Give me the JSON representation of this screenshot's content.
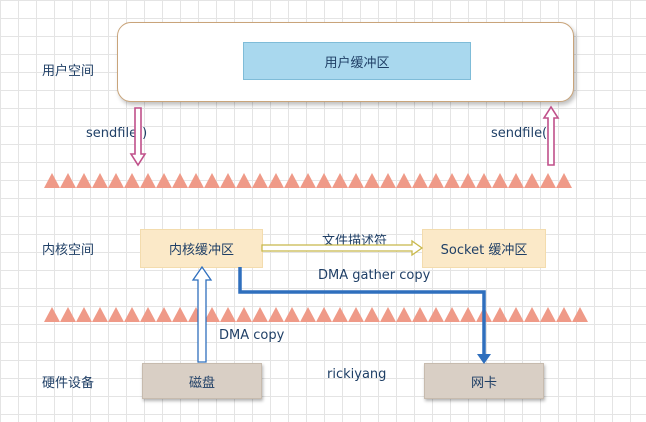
{
  "zones": {
    "user_space": "用户空间",
    "kernel_space": "内核空间",
    "hardware": "硬件设备"
  },
  "boxes": {
    "user_buffer": "用户缓冲区",
    "kernel_buffer": "内核缓冲区",
    "socket_buffer": "Socket 缓冲区",
    "disk": "磁盘",
    "nic": "网卡"
  },
  "arrows": {
    "sendfile_left": "sendfile()",
    "sendfile_right": "sendfile()",
    "file_descriptor": "文件描述符",
    "dma_gather_copy": "DMA  gather copy",
    "dma_copy": "DMA copy"
  },
  "watermark": "rickiyang",
  "colors": {
    "boundary_triangles": "#ef9a88",
    "sendfile_arrow": "#c0508a",
    "dma_path": "#2f6fbd",
    "descriptor_arrow": "#c8b84a"
  }
}
